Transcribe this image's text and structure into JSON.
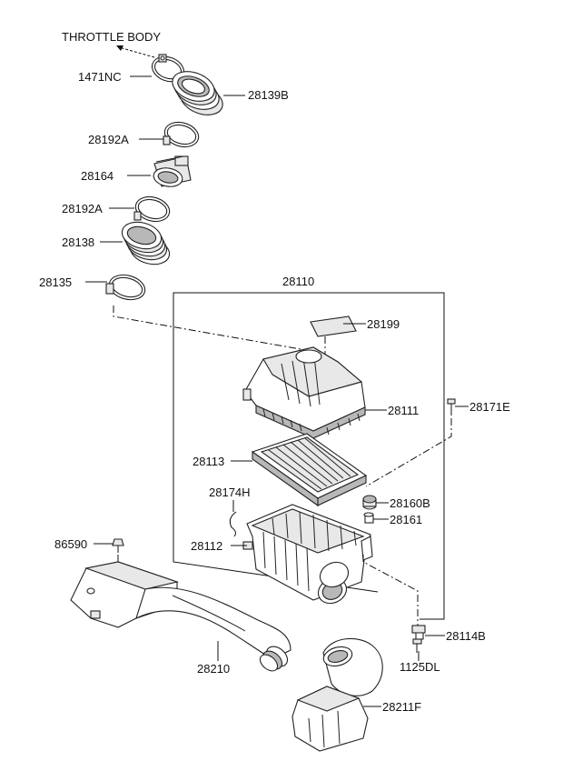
{
  "diagram": {
    "header": "THROTTLE BODY",
    "labels": {
      "p1471NC": "1471NC",
      "p28139B": "28139B",
      "p28192A_1": "28192A",
      "p28164": "28164",
      "p28192A_2": "28192A",
      "p28138": "28138",
      "p28135": "28135",
      "p28110": "28110",
      "p28199": "28199",
      "p28111": "28111",
      "p28171E": "28171E",
      "p28113": "28113",
      "p28174H": "28174H",
      "p28160B": "28160B",
      "p28161": "28161",
      "p28112": "28112",
      "p86590": "86590",
      "p28114B": "28114B",
      "p1125DL": "1125DL",
      "p28210": "28210",
      "p28211F": "28211F"
    }
  }
}
